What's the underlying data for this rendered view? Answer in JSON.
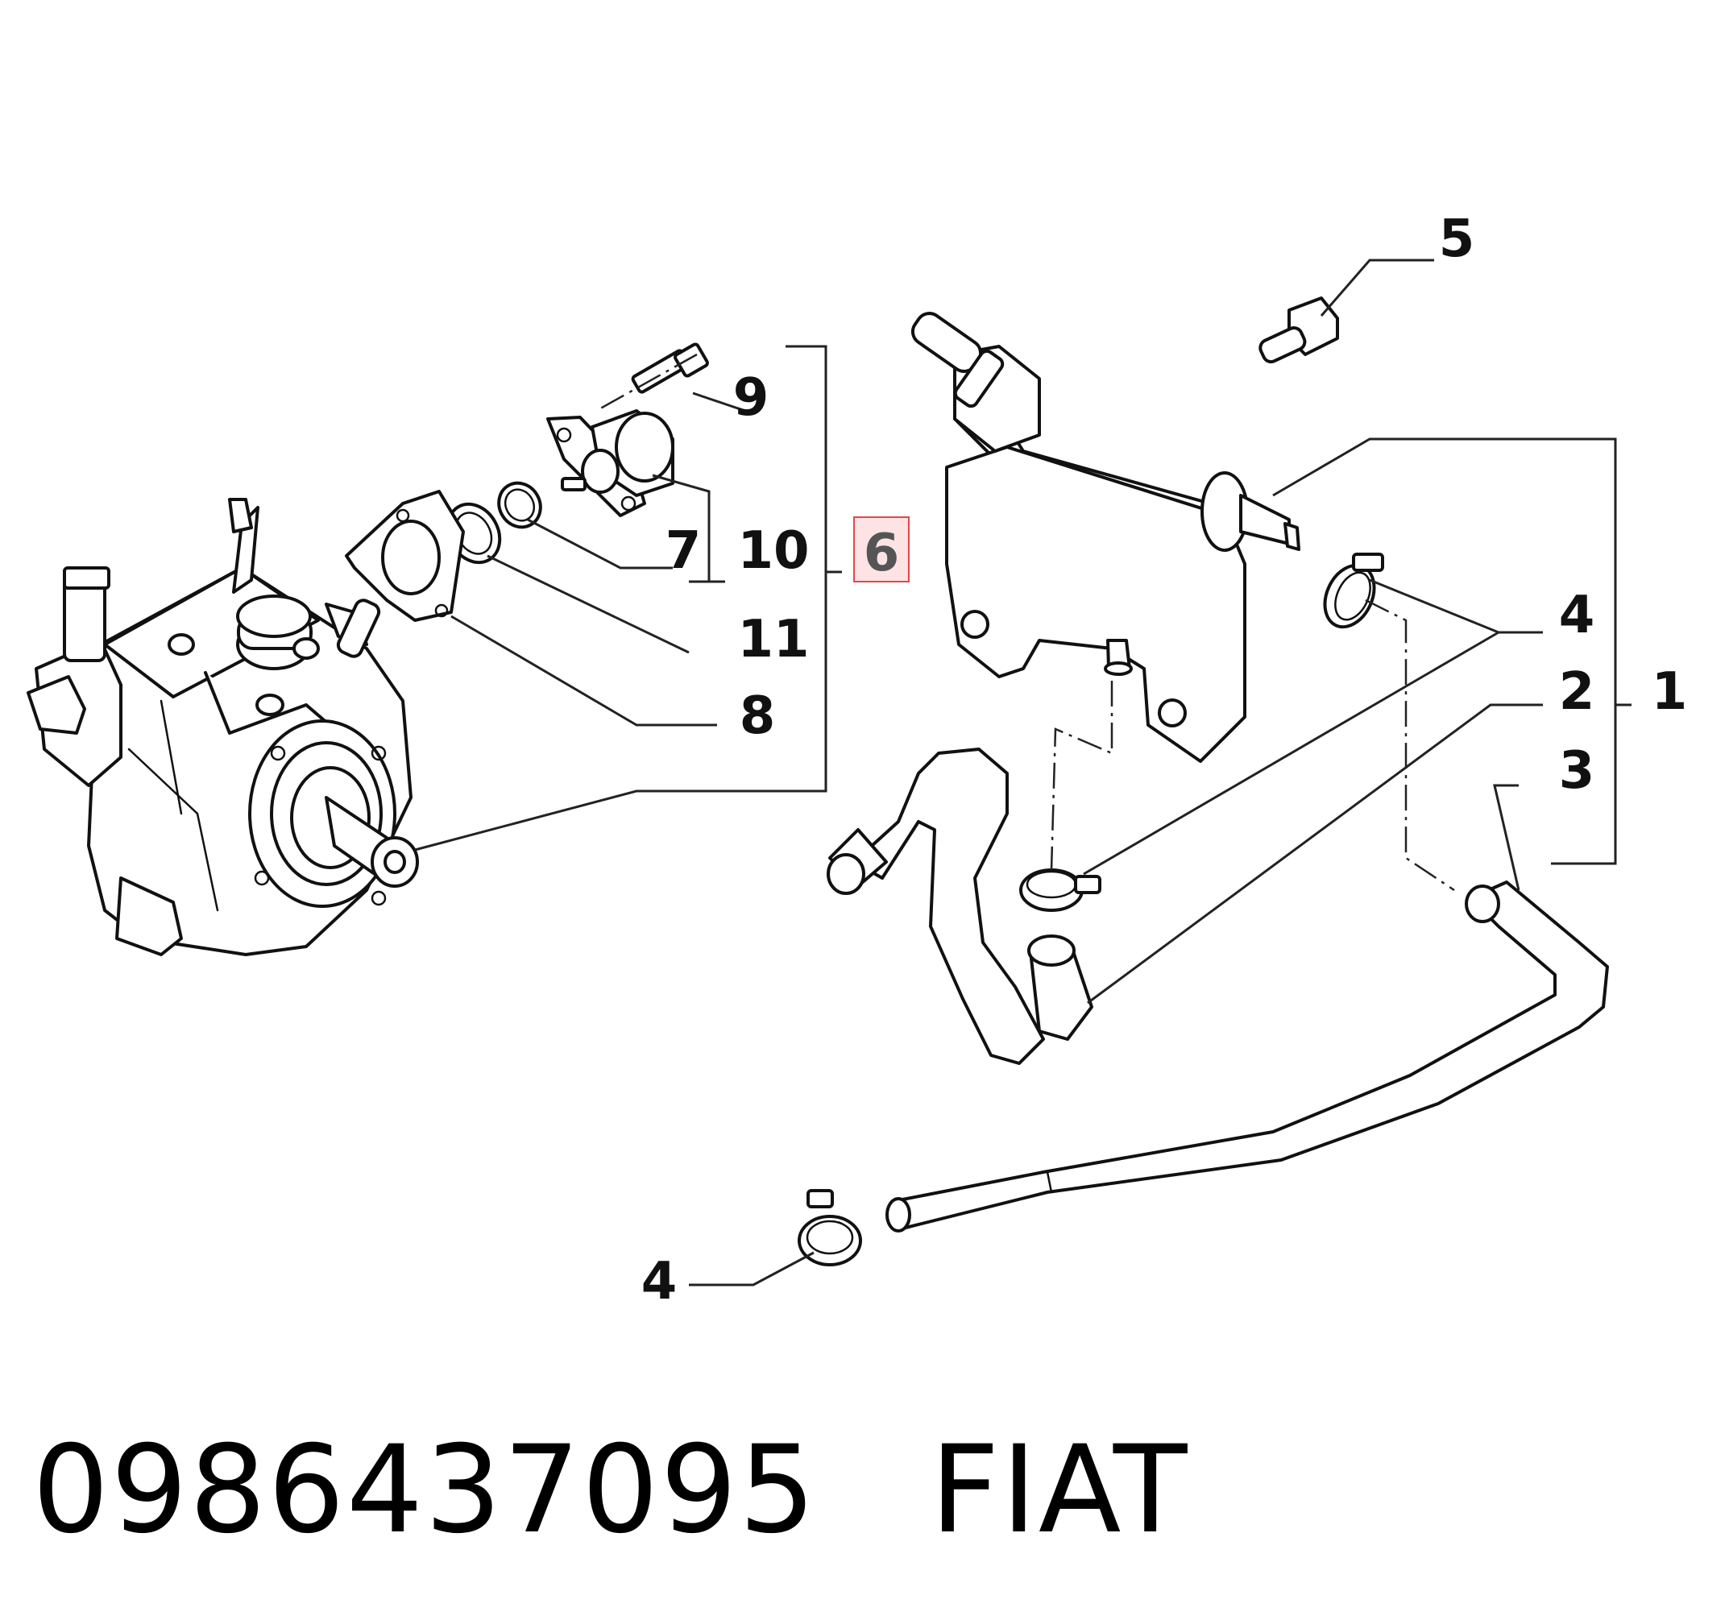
{
  "callouts": {
    "c1": "1",
    "c2": "2",
    "c3": "3",
    "c4a": "4",
    "c4b": "4",
    "c5": "5",
    "c6": "6",
    "c7": "7",
    "c8": "8",
    "c9": "9",
    "c10": "10",
    "c11": "11"
  },
  "highlight": {
    "callout": "6",
    "border_color": "#e0474c",
    "fill_color": "#fde3e4"
  },
  "caption": {
    "part_number": "0986437095",
    "brand": "FIAT"
  }
}
